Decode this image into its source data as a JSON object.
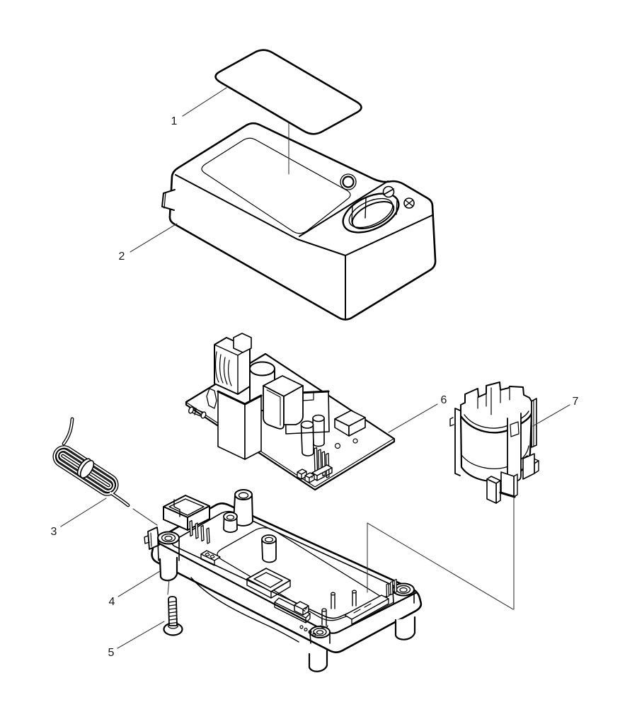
{
  "figure": {
    "type": "exploded-parts-diagram",
    "background": "#ffffff",
    "line_color": "#000000",
    "leader_color": "#3a3a3a",
    "label_color": "#151515",
    "callouts": [
      {
        "number": "1",
        "part": "label-plate"
      },
      {
        "number": "2",
        "part": "housing-cover"
      },
      {
        "number": "3",
        "part": "power-cord"
      },
      {
        "number": "4",
        "part": "base-housing"
      },
      {
        "number": "5",
        "part": "screw"
      },
      {
        "number": "6",
        "part": "circuit-board-assembly"
      },
      {
        "number": "7",
        "part": "terminal-holder"
      }
    ]
  }
}
